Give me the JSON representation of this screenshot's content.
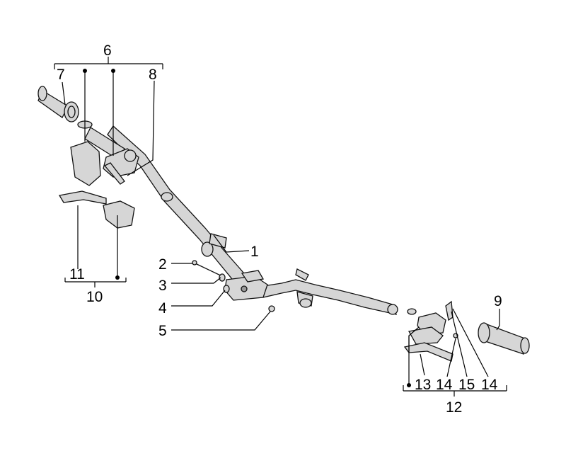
{
  "labels": {
    "l1": "1",
    "l2": "2",
    "l3": "3",
    "l4": "4",
    "l5": "5",
    "l6": "6",
    "l7": "7",
    "l8": "8",
    "l9": "9",
    "l10": "10",
    "l11": "11",
    "l12": "12",
    "l13": "13",
    "l14a": "14",
    "l15": "15",
    "l14b": "14"
  },
  "colors": {
    "line": "#000000",
    "part_fill": "#d6d6d6",
    "part_dark": "#9a9a9a"
  }
}
